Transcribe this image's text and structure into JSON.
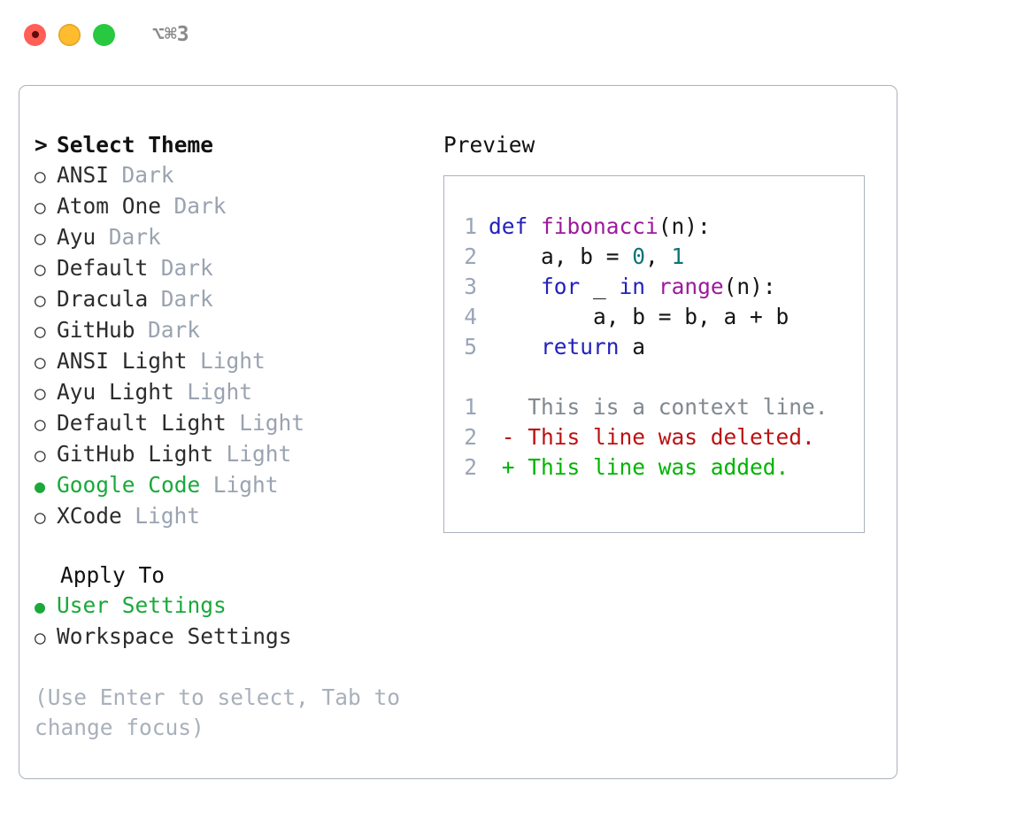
{
  "window": {
    "shortcut": "⌥⌘3",
    "traffic_lights": [
      {
        "name": "close",
        "color": "#ff5f57"
      },
      {
        "name": "minimize",
        "color": "#febc2e"
      },
      {
        "name": "maximize",
        "color": "#28c840"
      }
    ]
  },
  "colors": {
    "accent_green": "#1aa93a",
    "muted": "#9aa3b0",
    "border": "#aab2bd",
    "keyword": "#2222bb",
    "function": "#9c1a9c",
    "number": "#0d7377",
    "plain": "#141414",
    "lineno": "#9aa5b8",
    "diff_context": "#808890",
    "diff_deleted": "#bb1111",
    "diff_added": "#00b400"
  },
  "theme_picker": {
    "marker": ">",
    "title": "Select Theme",
    "bullet_on": "●",
    "bullet_off": "○",
    "items": [
      {
        "label": "ANSI",
        "tag": "Dark",
        "selected": false
      },
      {
        "label": "Atom One",
        "tag": "Dark",
        "selected": false
      },
      {
        "label": "Ayu",
        "tag": "Dark",
        "selected": false
      },
      {
        "label": "Default",
        "tag": "Dark",
        "selected": false
      },
      {
        "label": "Dracula",
        "tag": "Dark",
        "selected": false
      },
      {
        "label": "GitHub",
        "tag": "Dark",
        "selected": false
      },
      {
        "label": "ANSI Light",
        "tag": "Light",
        "selected": false
      },
      {
        "label": "Ayu Light",
        "tag": "Light",
        "selected": false
      },
      {
        "label": "Default Light",
        "tag": "Light",
        "selected": false
      },
      {
        "label": "GitHub Light",
        "tag": "Light",
        "selected": false
      },
      {
        "label": "Google Code",
        "tag": "Light",
        "selected": true
      },
      {
        "label": "XCode",
        "tag": "Light",
        "selected": false
      }
    ]
  },
  "apply_to": {
    "title": "Apply To",
    "items": [
      {
        "label": "User Settings",
        "selected": true
      },
      {
        "label": "Workspace Settings",
        "selected": false
      }
    ]
  },
  "hint": "(Use Enter to select, Tab to change focus)",
  "preview": {
    "title": "Preview",
    "code_lines": [
      {
        "no": "1",
        "tokens": [
          {
            "t": "def",
            "c": "kw"
          },
          {
            "t": " ",
            "c": "pln"
          },
          {
            "t": "fibonacci",
            "c": "fn"
          },
          {
            "t": "(n):",
            "c": "pln"
          }
        ]
      },
      {
        "no": "2",
        "tokens": [
          {
            "t": "    a, b = ",
            "c": "pln"
          },
          {
            "t": "0",
            "c": "num"
          },
          {
            "t": ", ",
            "c": "pln"
          },
          {
            "t": "1",
            "c": "num"
          }
        ]
      },
      {
        "no": "3",
        "tokens": [
          {
            "t": "    ",
            "c": "pln"
          },
          {
            "t": "for",
            "c": "kw"
          },
          {
            "t": " _ ",
            "c": "pln"
          },
          {
            "t": "in",
            "c": "kw"
          },
          {
            "t": " ",
            "c": "pln"
          },
          {
            "t": "range",
            "c": "fn"
          },
          {
            "t": "(n):",
            "c": "pln"
          }
        ]
      },
      {
        "no": "4",
        "tokens": [
          {
            "t": "        a, b = b, a + b",
            "c": "pln"
          }
        ]
      },
      {
        "no": "5",
        "tokens": [
          {
            "t": "    ",
            "c": "pln"
          },
          {
            "t": "return",
            "c": "kw"
          },
          {
            "t": " a",
            "c": "pln"
          }
        ]
      }
    ],
    "diff_lines": [
      {
        "no": "1",
        "sign": " ",
        "text": "This is a context line.",
        "kind": "ctx"
      },
      {
        "no": "2",
        "sign": "-",
        "text": "This line was deleted.",
        "kind": "del"
      },
      {
        "no": "2",
        "sign": "+",
        "text": "This line was added.",
        "kind": "add"
      }
    ]
  }
}
